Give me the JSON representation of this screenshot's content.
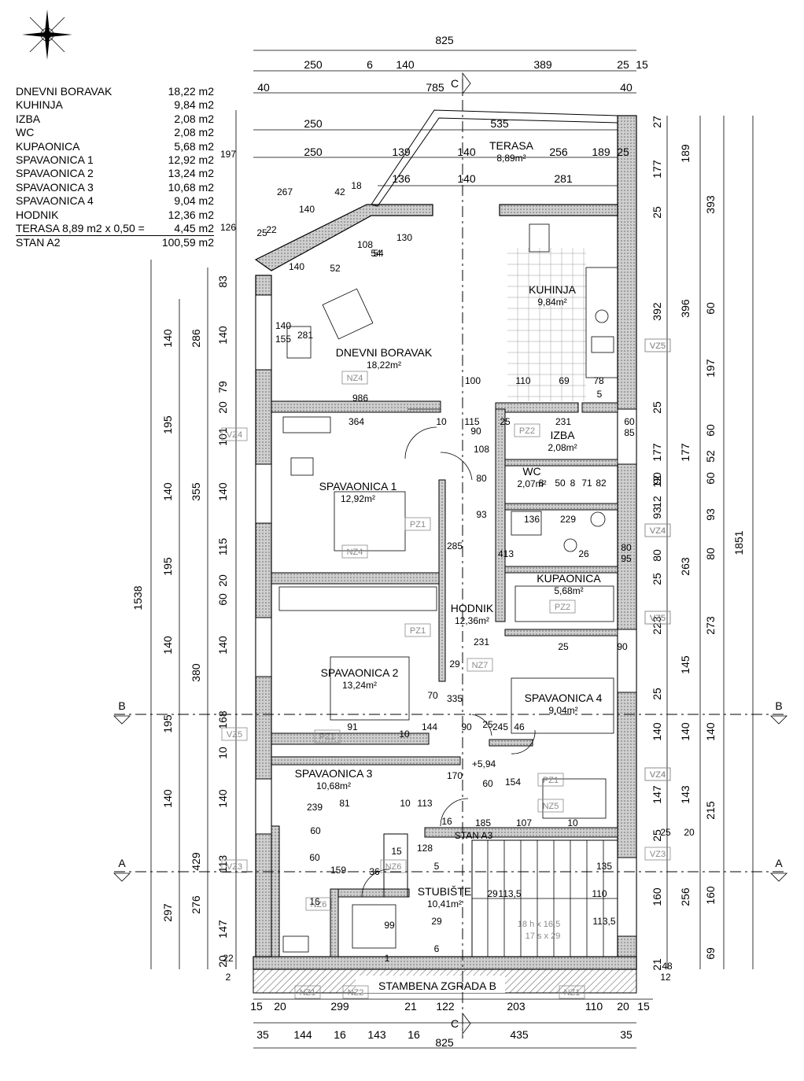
{
  "legend": [
    {
      "name": "DNEVNI BORAVAK",
      "value": "18,22 m2"
    },
    {
      "name": "KUHINJA",
      "value": "9,84 m2"
    },
    {
      "name": "IZBA",
      "value": "2,08 m2"
    },
    {
      "name": "WC",
      "value": "2,08 m2"
    },
    {
      "name": "KUPAONICA",
      "value": "5,68 m2"
    },
    {
      "name": "SPAVAONICA 1",
      "value": "12,92 m2"
    },
    {
      "name": "SPAVAONICA 2",
      "value": "13,24 m2"
    },
    {
      "name": "SPAVAONICA 3",
      "value": "10,68 m2"
    },
    {
      "name": "SPAVAONICA 4",
      "value": "9,04 m2"
    },
    {
      "name": "HODNIK",
      "value": "12,36 m2"
    },
    {
      "name": "TERASA 8,89 m2 x 0,50 =",
      "value": "4,45 m2"
    },
    {
      "name": "STAN A2",
      "value": "100,59 m2"
    }
  ],
  "rooms": {
    "terasa": {
      "name": "TERASA",
      "area": "8,89m²"
    },
    "kuhinja": {
      "name": "KUHINJA",
      "area": "9,84m²"
    },
    "dnevni": {
      "name": "DNEVNI BORAVAK",
      "area": "18,22m²"
    },
    "izba": {
      "name": "IZBA",
      "area": "2,08m²"
    },
    "wc": {
      "name": "WC",
      "area": "2,07m²"
    },
    "spav1": {
      "name": "SPAVAONICA 1",
      "area": "12,92m²"
    },
    "kupaonica": {
      "name": "KUPAONICA",
      "area": "5,68m²"
    },
    "hodnik": {
      "name": "HODNIK",
      "area": "12,36m²"
    },
    "spav2": {
      "name": "SPAVAONICA 2",
      "area": "13,24m²"
    },
    "spav4": {
      "name": "SPAVAONICA 4",
      "area": "9,04m²"
    },
    "spav3": {
      "name": "SPAVAONICA 3",
      "area": "10,68m²"
    },
    "stubiste": {
      "name": "STUBIŠTE",
      "area": "10,41m²"
    }
  },
  "labels": {
    "stambena": "STAMBENA ZGRADA B",
    "stan_a3": "STAN A3",
    "section_a": "A",
    "section_b": "B",
    "section_c": "C",
    "level": "+5,94",
    "stair_note1": "18 h x 16,5",
    "stair_note2": "17 s x 29"
  },
  "dims": {
    "top_total": "825",
    "top_row1": [
      "250",
      "6",
      "140",
      "389",
      "25",
      "15"
    ],
    "top_row2": [
      "40",
      "785",
      "40"
    ],
    "top_row3": [
      "250",
      "535"
    ],
    "top_row4": [
      "250",
      "139",
      "140",
      "256",
      "189",
      "25"
    ],
    "top_row5": [
      "136",
      "140",
      "281"
    ],
    "bottom_total": "825",
    "bottom_row1": [
      "15",
      "20",
      "299",
      "21",
      "122",
      "203",
      "110",
      "20",
      "15"
    ],
    "bottom_row2": [
      "35",
      "144",
      "16",
      "143",
      "16",
      "435",
      "35"
    ],
    "right_total": "1851",
    "right_outer": [
      "393",
      "60",
      "197",
      "60",
      "52",
      "60",
      "93",
      "80",
      "273",
      "140",
      "215",
      "160",
      "69"
    ],
    "right_mid": [
      "189",
      "396",
      "177",
      "263",
      "145",
      "140",
      "143",
      "256"
    ],
    "right_inner": [
      "27",
      "177",
      "25",
      "392",
      "25",
      "177",
      "12",
      "90",
      "12",
      "93",
      "80",
      "25",
      "223",
      "25",
      "140",
      "147",
      "25",
      "160",
      "21"
    ],
    "left_total": "1538",
    "left_outer": [
      "140",
      "195",
      "140",
      "195",
      "140",
      "195",
      "140",
      "297"
    ],
    "left_mid": [
      "286",
      "355",
      "380",
      "429",
      "276"
    ],
    "left_inner": [
      "83",
      "140",
      "79",
      "20",
      "101",
      "140",
      "115",
      "20",
      "60",
      "140",
      "168",
      "10",
      "140",
      "113",
      "147",
      "20"
    ],
    "misc": [
      "197",
      "126",
      "267",
      "42",
      "18",
      "140",
      "25",
      "54",
      "22",
      "140",
      "52",
      "281",
      "130",
      "108",
      "54",
      "100",
      "110",
      "69",
      "78",
      "5",
      "986",
      "364",
      "10",
      "115",
      "25",
      "231",
      "60",
      "85",
      "90",
      "108",
      "80",
      "8",
      "50",
      "8",
      "71",
      "82",
      "93",
      "136",
      "229",
      "26",
      "413",
      "285",
      "231",
      "25",
      "90",
      "29",
      "70",
      "335",
      "91",
      "10",
      "144",
      "90",
      "25",
      "46",
      "245",
      "170",
      "60",
      "154",
      "239",
      "81",
      "10",
      "113",
      "185",
      "107",
      "10",
      "16",
      "60",
      "15",
      "128",
      "5",
      "159",
      "36",
      "29",
      "110",
      "113,5",
      "135",
      "99",
      "29",
      "6",
      "1",
      "2",
      "22",
      "12",
      "48",
      "25",
      "20",
      "113,5",
      "16",
      "60",
      "140",
      "155",
      "80",
      "95"
    ]
  },
  "tags": [
    "VZ5",
    "VZ4",
    "VZ4",
    "VZ5",
    "VZ4",
    "VZ3",
    "VZ3",
    "VZ5",
    "VZ4",
    "VZ5",
    "NZ4",
    "NZ4",
    "PZ1",
    "PZ1",
    "PZ1",
    "PZ1",
    "PZ2",
    "PZ2",
    "NZ7",
    "NZ5",
    "NZ6",
    "NZ6",
    "NZ1",
    "NZ2",
    "NZ1",
    "VZ4",
    "VZ5"
  ]
}
